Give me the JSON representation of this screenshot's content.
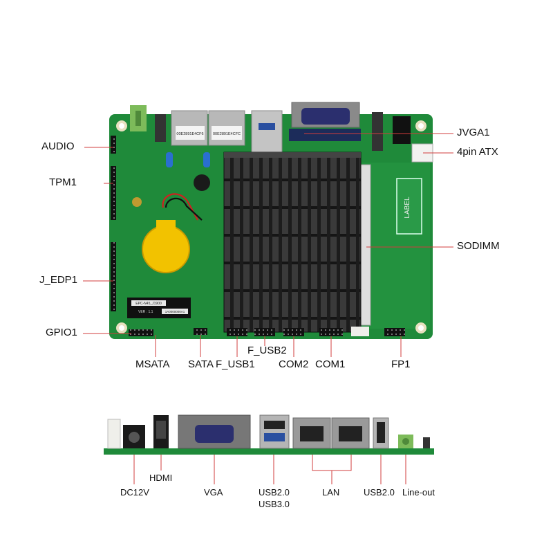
{
  "top_view": {
    "left_labels": [
      "AUDIO",
      "TPM1",
      "J_EDP1",
      "GPIO1"
    ],
    "right_labels": [
      "JVGA1",
      "4pin ATX",
      "SODIMM"
    ],
    "bottom_labels": {
      "msata": "MSATA",
      "sata": "SATA",
      "f_usb1": "F_USB1",
      "f_usb2": "F_USB2",
      "com2": "COM2",
      "com1": "COM1",
      "fp1": "FP1"
    },
    "board_text": {
      "mac1": "00E2891E4CF6",
      "mac2": "00E2891E4CFC",
      "label_tag": "LABEL",
      "msata_card": "EPC-N45_J1900",
      "msata_ver": "VER : 1.1",
      "msata_serial": "1A0000000A1"
    }
  },
  "side_view": {
    "labels": {
      "dc12v": "DC12V",
      "hdmi": "HDMI",
      "vga": "VGA",
      "usb20_a": "USB2.0",
      "usb30": "USB3.0",
      "lan": "LAN",
      "usb20_b": "USB2.0",
      "lineout": "Line-out"
    }
  },
  "colors": {
    "pcb": "#1f8a3a",
    "pcb_dark": "#146a2a",
    "heatsink": "#222222",
    "battery": "#f2c200",
    "leader_line": "#d23c3c"
  }
}
